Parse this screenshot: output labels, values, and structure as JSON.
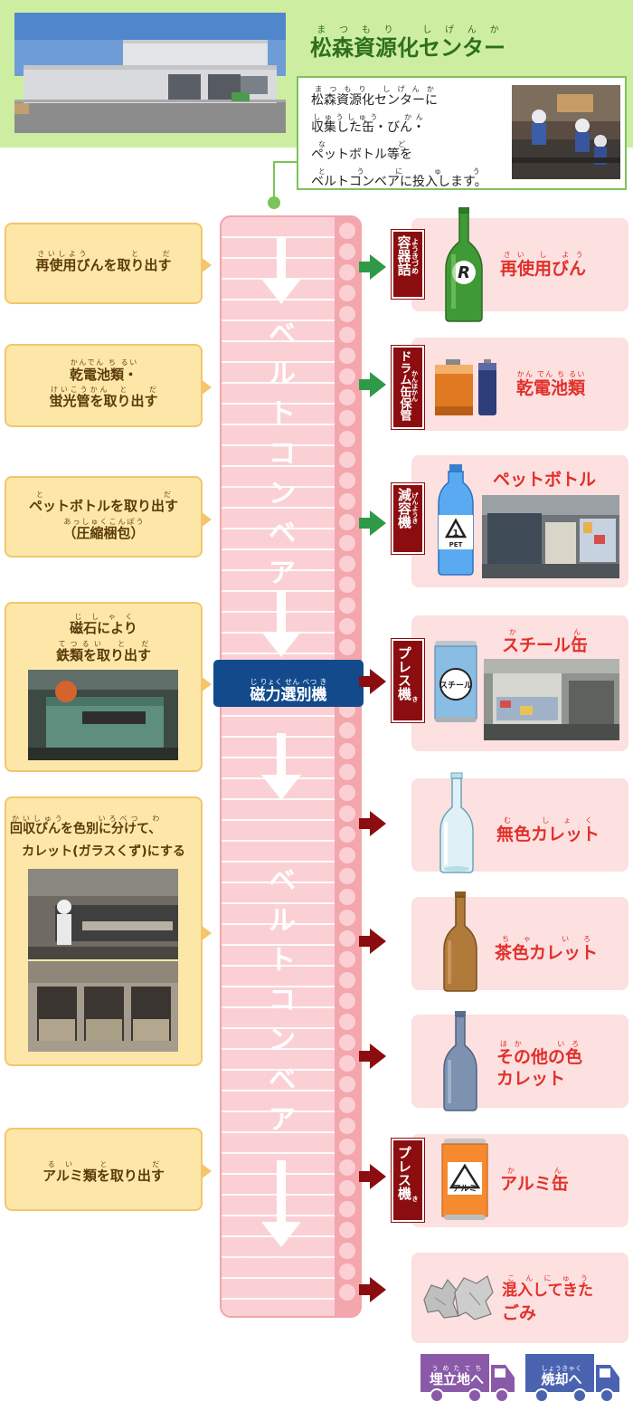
{
  "header": {
    "title": "松森資源化センター",
    "title_ruby": "まつもり しげんか",
    "info_lines": [
      {
        "text": "松森資源化センターに",
        "ruby": "まつもり しげんか"
      },
      {
        "text": "収集した缶・びん・",
        "ruby": "しゅうしゅう　　かん"
      },
      {
        "text": "ペットボトル等を",
        "ruby": "など"
      },
      {
        "text": "ベルトコンベアに投入します。",
        "ruby": "とうにゅう"
      }
    ]
  },
  "conveyor": {
    "label_top": "ベルトコンベア",
    "label_bottom": "ベルトコンベア"
  },
  "magnetic": {
    "label": "磁力選別機",
    "ruby": "じ りょく せん べつ き"
  },
  "steps": [
    {
      "line1": "再使用びんを取り出す",
      "ruby1": "さいしよう　　　　と　　だ"
    },
    {
      "line1": "乾電池類・",
      "ruby1": "かんでん ち るい",
      "line2": "蛍光管を取り出す",
      "ruby2": "けいこうかん　と　　だ"
    },
    {
      "line1": "ペットボトルを取り出す",
      "ruby1": "と　　だ",
      "line2": "（圧縮梱包）",
      "ruby2": "あっしゅくこんぽう"
    },
    {
      "line1": "磁石により",
      "ruby1": "じしゃく",
      "line2": "鉄類を取り出す",
      "ruby2": "てつるい　と　だ"
    },
    {
      "line1": "回収びんを色別に分けて、",
      "ruby1": "かいしゅう　　　いろべつ　わ",
      "line2": "カレット(ガラスくず)にする"
    },
    {
      "line1": "アルミ類を取り出す",
      "ruby1": "るい　と　　だ"
    }
  ],
  "outputs": [
    {
      "label": "再使用びん",
      "ruby": "さい し よう",
      "tag": "容器詰",
      "tag_ruby": "ようきづめ"
    },
    {
      "label": "乾電池類",
      "ruby": "かん でん ち るい",
      "tag": "ドラム缶保管",
      "tag_ruby": "かんほかん"
    },
    {
      "label": "ペットボトル",
      "tag": "減容機",
      "tag_ruby": "げんようき"
    },
    {
      "label": "スチール缶",
      "ruby": "かん",
      "tag": "プレス機",
      "tag_ruby": "き"
    },
    {
      "label": "無色カレット",
      "ruby": "む しょく"
    },
    {
      "label": "茶色カレット",
      "ruby": "ちゃ いろ"
    },
    {
      "label_line1": "その他の色",
      "ruby": "ほか　　いろ",
      "label_line2": "カレット"
    },
    {
      "label": "アルミ缶",
      "ruby": "かん",
      "tag": "プレス機",
      "tag_ruby": "き"
    },
    {
      "label_line1": "混入してきた",
      "ruby": "こんにゅう",
      "label_line2": "ごみ"
    }
  ],
  "trucks": [
    {
      "label": "埋立地へ",
      "ruby": "うめたてち",
      "color": "#8a5aa8"
    },
    {
      "label": "焼却へ",
      "ruby": "しょうきゃく",
      "color": "#4a63b0"
    }
  ],
  "icons": {
    "pet_label": "PET",
    "steel_label": "スチール",
    "alu_label": "アルミ"
  },
  "colors": {
    "header_bg": "#cdeea0",
    "title_green": "#2f6f1e",
    "belt": "#fbd0d4",
    "step_bg": "#fde7a8",
    "output_bg": "#fde0e0",
    "output_text": "#e0302a",
    "tag_bg": "#8b0d10",
    "green_arrow": "#2e9a47",
    "dark_arrow": "#8b0d10",
    "mag_bg": "#124a8c"
  }
}
